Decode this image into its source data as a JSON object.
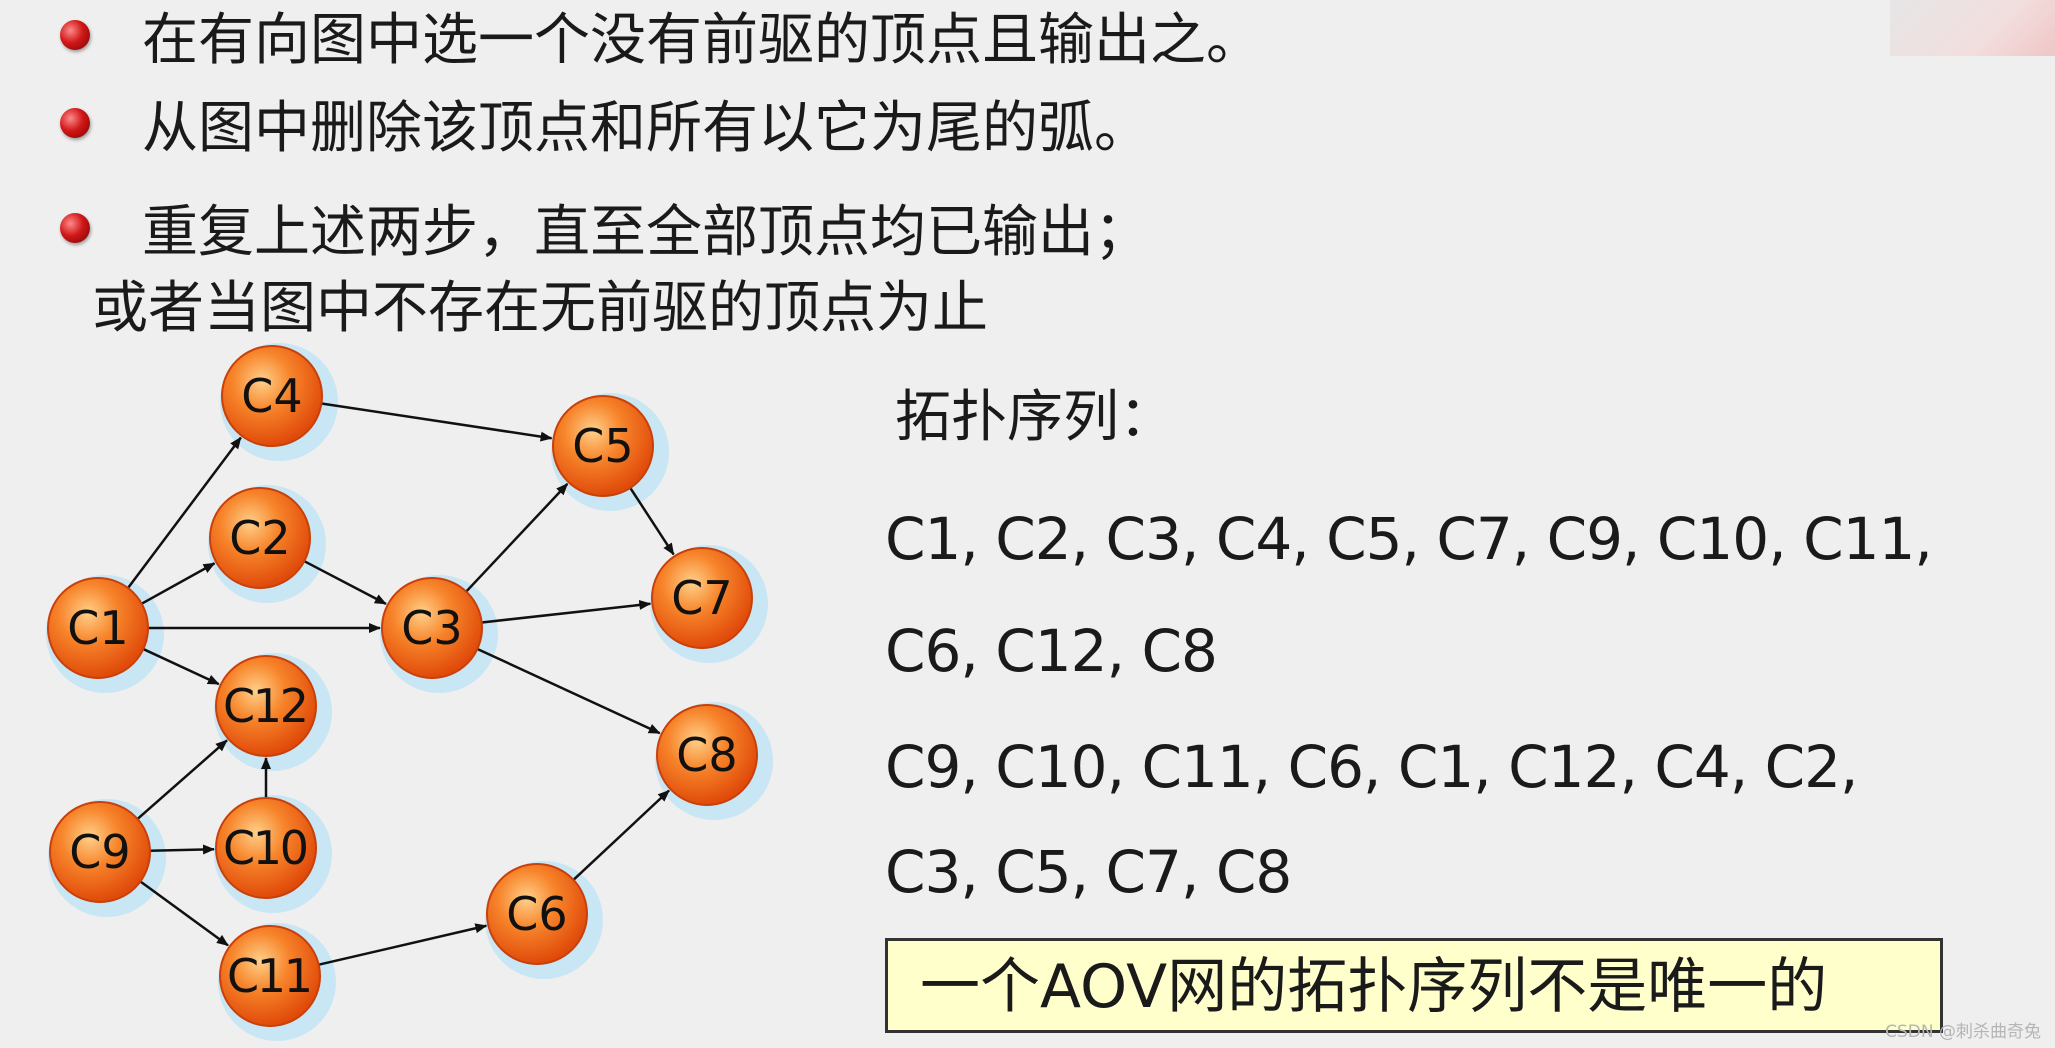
{
  "bullets": [
    "在有向图中选一个没有前驱的顶点且输出之。",
    "从图中删除该顶点和所有以它为尾的弧。",
    "重复上述两步，直至全部顶点均已输出；",
    "或者当图中不存在无前驱的顶点为止"
  ],
  "graph": {
    "nodes": [
      "C1",
      "C2",
      "C3",
      "C4",
      "C5",
      "C6",
      "C7",
      "C8",
      "C9",
      "C10",
      "C11",
      "C12"
    ],
    "edges": [
      [
        "C1",
        "C4"
      ],
      [
        "C1",
        "C2"
      ],
      [
        "C1",
        "C3"
      ],
      [
        "C1",
        "C12"
      ],
      [
        "C2",
        "C3"
      ],
      [
        "C4",
        "C5"
      ],
      [
        "C3",
        "C5"
      ],
      [
        "C3",
        "C7"
      ],
      [
        "C3",
        "C8"
      ],
      [
        "C5",
        "C7"
      ],
      [
        "C9",
        "C12"
      ],
      [
        "C9",
        "C10"
      ],
      [
        "C9",
        "C11"
      ],
      [
        "C10",
        "C12"
      ],
      [
        "C11",
        "C6"
      ],
      [
        "C6",
        "C8"
      ]
    ]
  },
  "topo_title": "拓扑序列：",
  "sequences": [
    "C1, C2, C3, C4, C5, C7, C9, C10,  C11,",
    "C6, C12, C8",
    "C9, C10, C11, C6, C1, C12, C4, C2,",
    "C3, C5, C7, C8"
  ],
  "note": "一个AOV网的拓扑序列不是唯一的",
  "watermark": "CSDN @刺杀曲奇兔",
  "colors": {
    "node_fill": "#f26a1b",
    "node_glow": "#bfe4f5",
    "bullet": "#c01010",
    "note_bg": "#ffffcc"
  }
}
